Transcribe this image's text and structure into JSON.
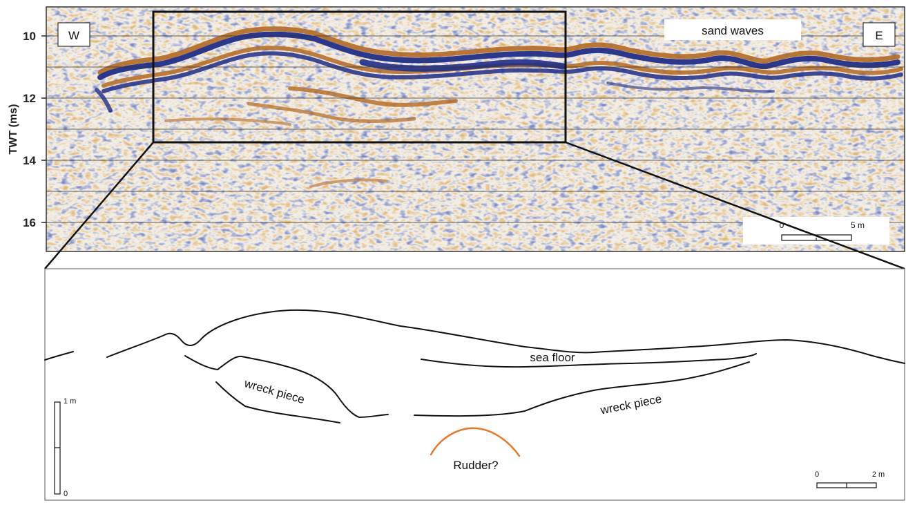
{
  "seismic_panel": {
    "y_axis_title": "TWT (ms)",
    "y_ticks": [
      "10",
      "12",
      "14",
      "16"
    ],
    "west_label": "W",
    "east_label": "E",
    "feature_label": "sand waves",
    "scale": {
      "start": "0",
      "end": "5 m"
    },
    "colors": {
      "positive": "#b5691f",
      "negative": "#1f2e8a",
      "background": "#f4efe6"
    }
  },
  "interpretation_panel": {
    "sea_floor_label": "sea floor",
    "wreck_label_1": "wreck piece",
    "wreck_label_2": "wreck piece",
    "rudder_label": "Rudder?",
    "rudder_color": "#e8792a",
    "vertical_scale": {
      "top": "1 m",
      "bottom": "0"
    },
    "horizontal_scale": {
      "start": "0",
      "end": "2 m"
    }
  }
}
